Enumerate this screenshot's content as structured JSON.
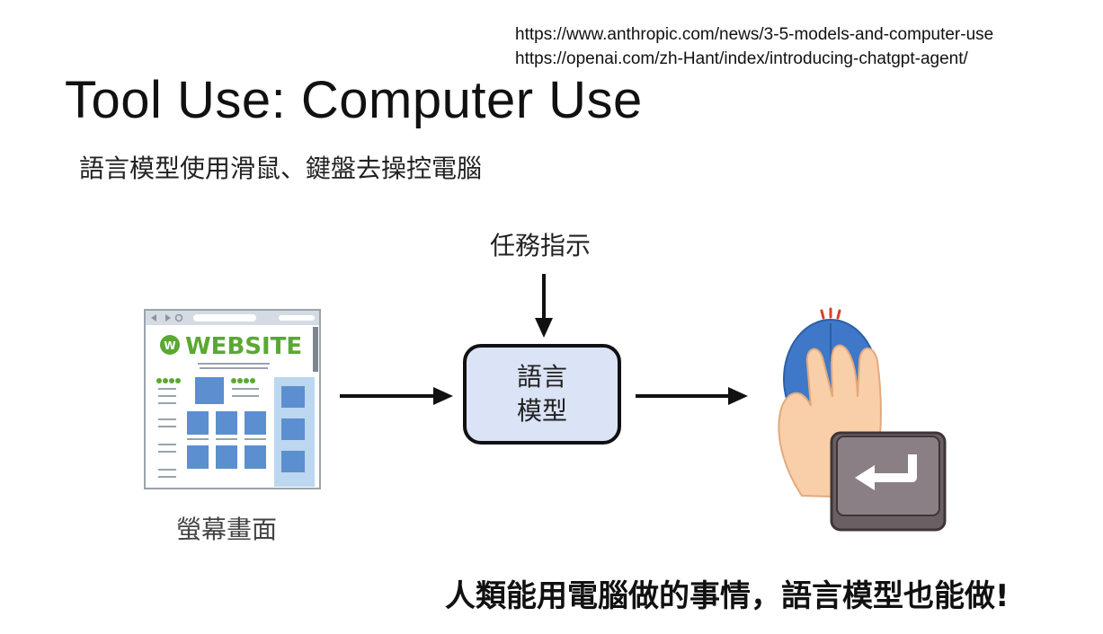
{
  "sources": {
    "url1": "https://www.anthropic.com/news/3-5-models-and-computer-use",
    "url2": "https://openai.com/zh-Hant/index/introducing-chatgpt-agent/"
  },
  "title": "Tool Use: Computer Use",
  "subtitle": "語言模型使用滑鼠、鍵盤去操控電腦",
  "diagram": {
    "task_label": "任務指示",
    "model_line1": "語言",
    "model_line2": "模型",
    "screen_label": "螢幕畫面",
    "website_logo_text": "WEBSITE",
    "bottom_caption": "人類能用電腦做的事情，語言模型也能做!"
  },
  "colors": {
    "model_box_fill": "#dbe3f6",
    "website_green": "#5aa832",
    "website_blue": "#5b8fd0",
    "mouse_blue": "#3f78c8",
    "hand_skin": "#f8cfa8",
    "key_gray": "#7a6f73"
  },
  "icons": [
    "website-screen-icon",
    "hand-on-mouse-icon",
    "enter-key-icon",
    "arrow-down-icon",
    "arrow-right-icon"
  ]
}
